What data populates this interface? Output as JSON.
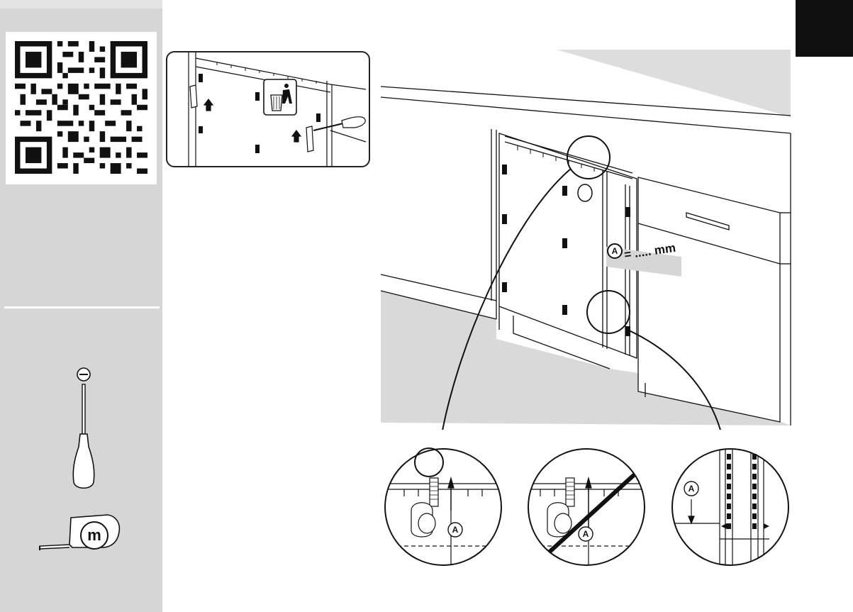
{
  "sidebar": {
    "qr_code": {
      "icon": "qr-code-icon"
    },
    "tools": [
      {
        "icon": "flathead-screwdriver-icon"
      },
      {
        "icon": "tape-measure-icon",
        "label": "m"
      }
    ]
  },
  "inset": {
    "icons": [
      "trash-bin-icon",
      "screwdriver-icon",
      "up-arrow-icon"
    ]
  },
  "main": {
    "dimension_label": {
      "marker": "A",
      "text": "= ..... mm"
    }
  },
  "details": [
    {
      "marker": "A",
      "crossed_out": false
    },
    {
      "marker": "A",
      "crossed_out": true
    },
    {
      "marker": "A",
      "crossed_out": false
    }
  ],
  "colors": {
    "sidebar_bg": "#d6d6d6",
    "corner_tab": "#111111",
    "floor_gray": "#d9d9d9",
    "line": "#111111"
  }
}
